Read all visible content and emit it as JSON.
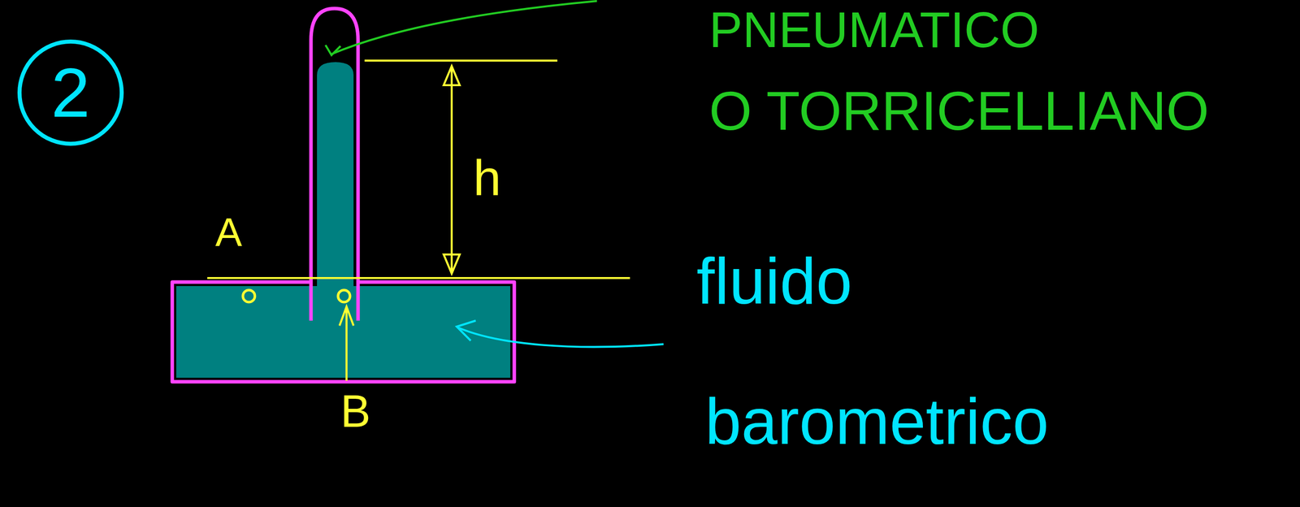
{
  "diagram": {
    "nodes": [
      {
        "text": [
          "2"
        ]
      }
    ],
    "labels": [
      "PNEUMATICO",
      "O TORRICELLIANO",
      "h",
      "A",
      "B",
      "fluido",
      "barometrico"
    ]
  }
}
